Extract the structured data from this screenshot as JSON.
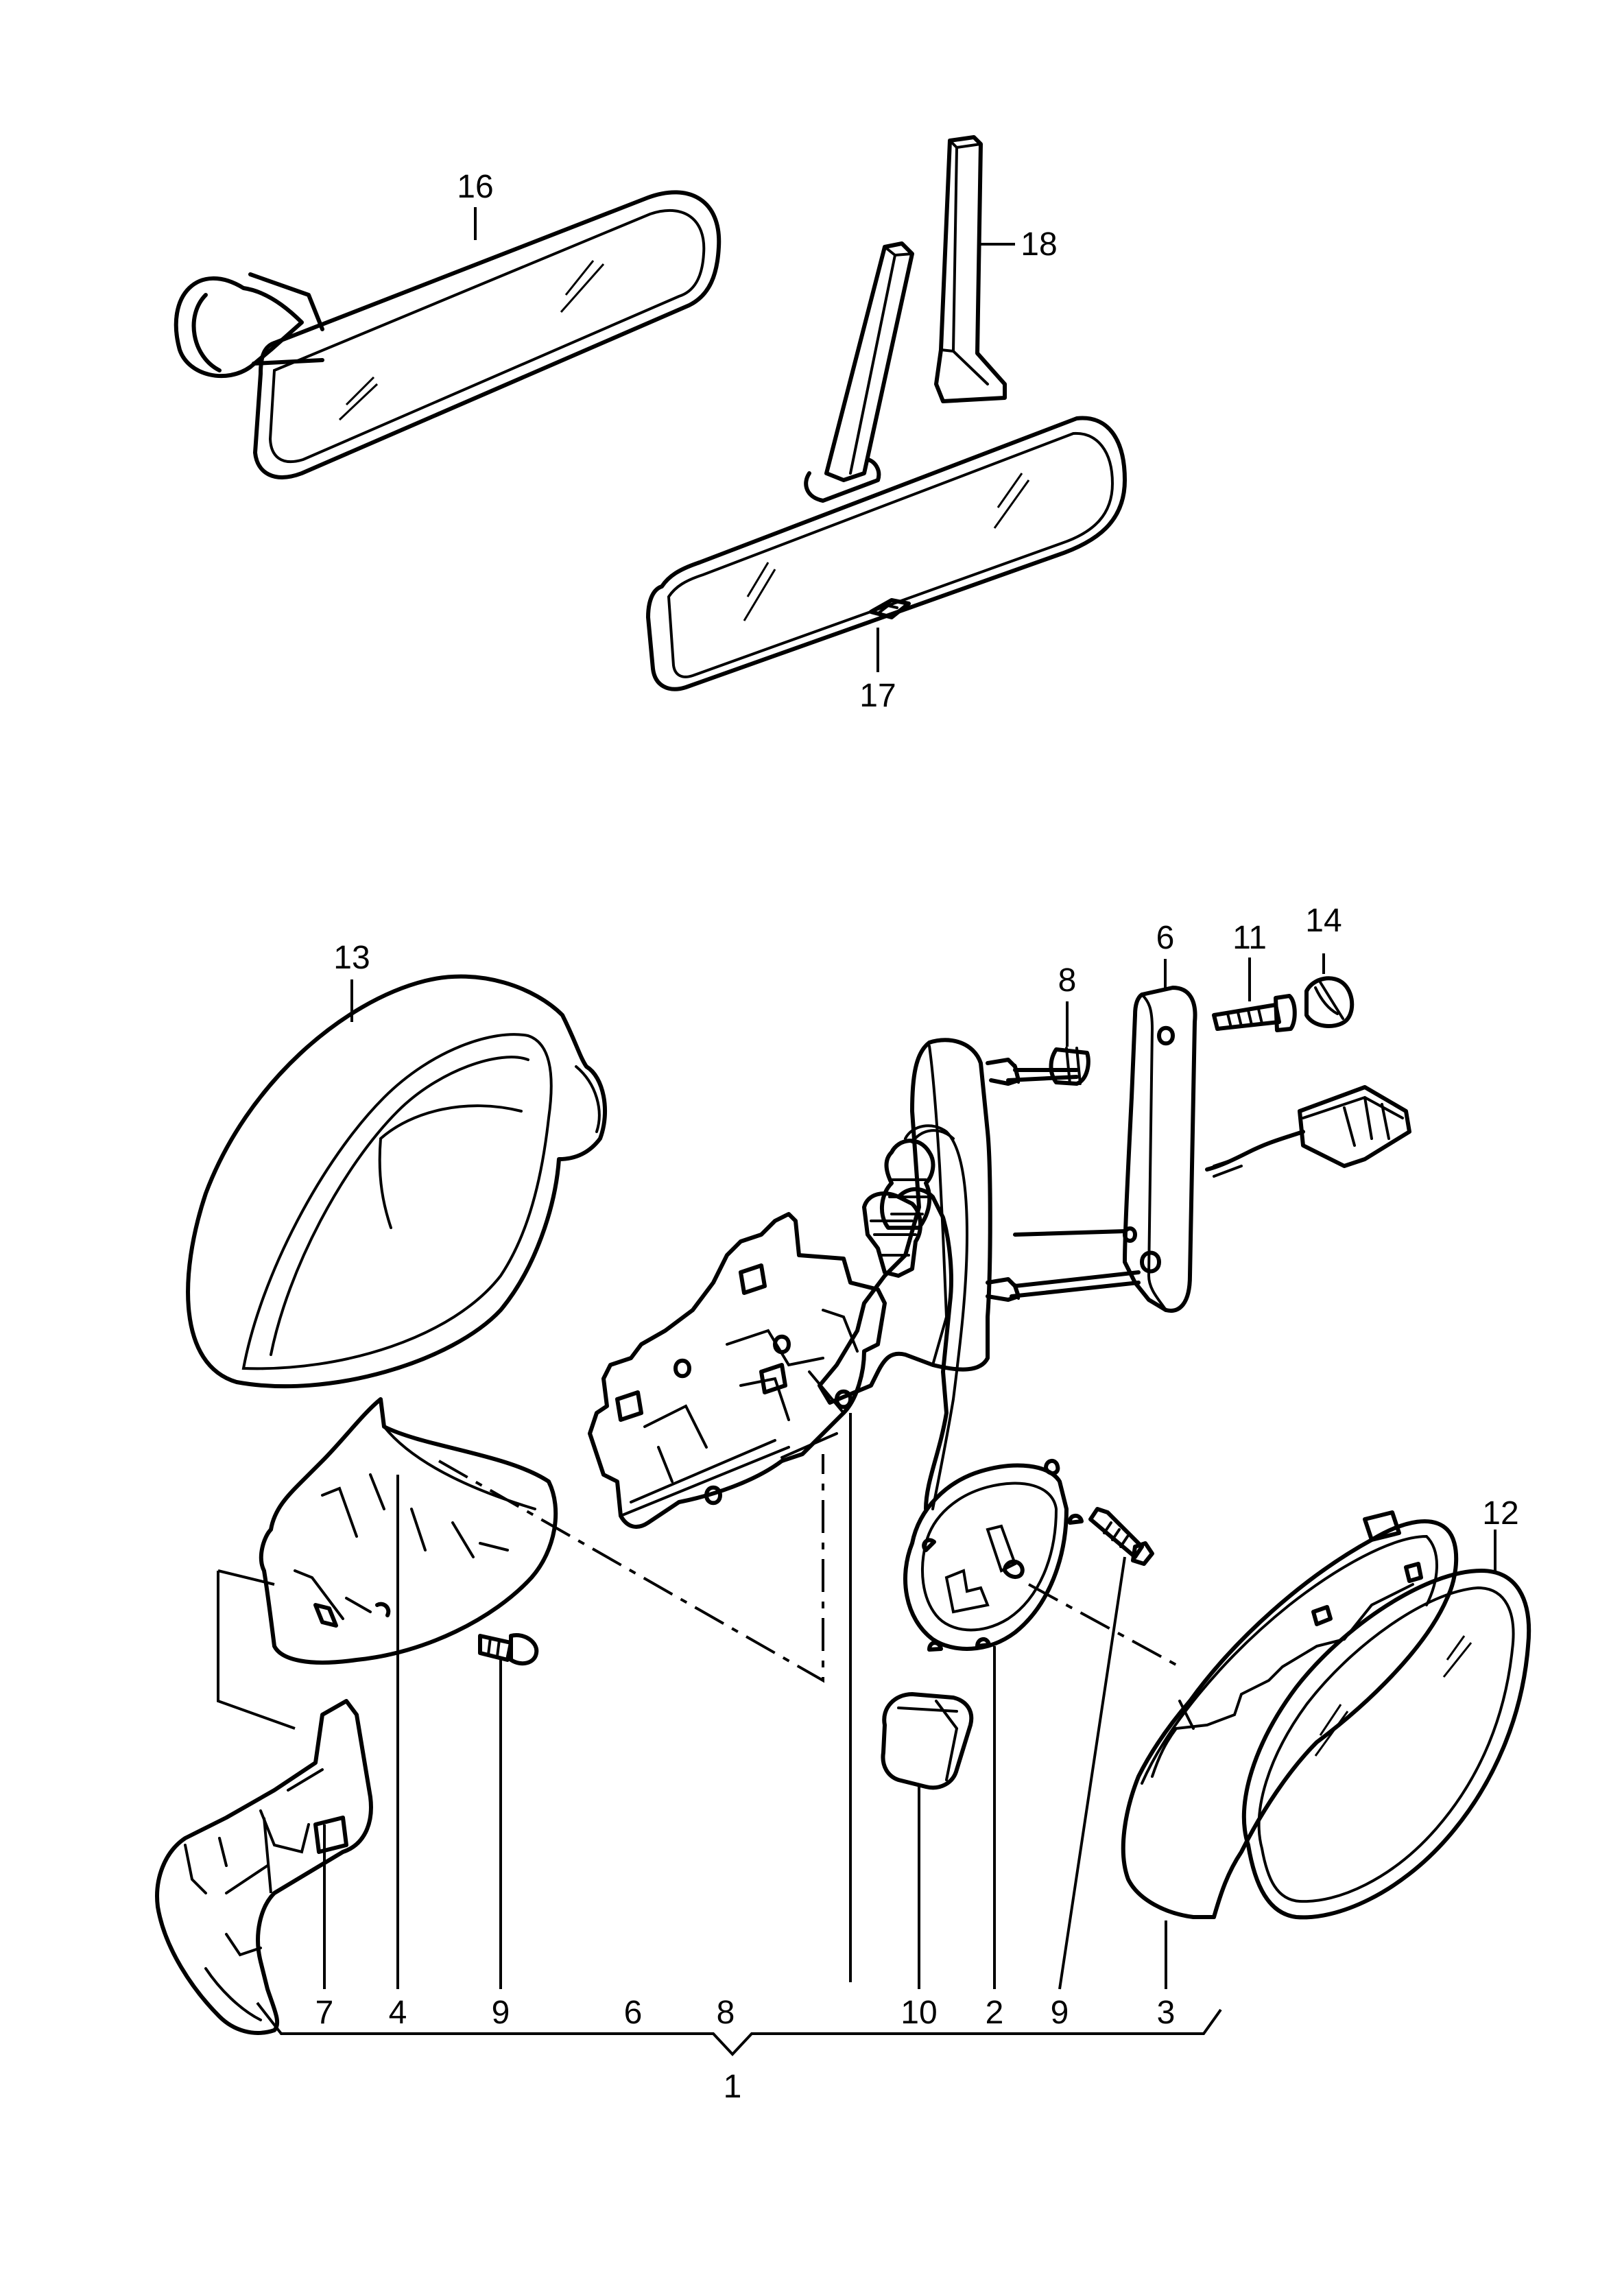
{
  "callouts": {
    "c16": "16",
    "c18": "18",
    "c17": "17",
    "c13": "13",
    "c8a": "8",
    "c6a": "6",
    "c11": "11",
    "c14": "14",
    "c12": "12",
    "c7": "7",
    "c4": "4",
    "c9a": "9",
    "c6b": "6",
    "c8b": "8",
    "c10": "10",
    "c2": "2",
    "c9b": "9",
    "c3": "3",
    "c1": "1"
  }
}
